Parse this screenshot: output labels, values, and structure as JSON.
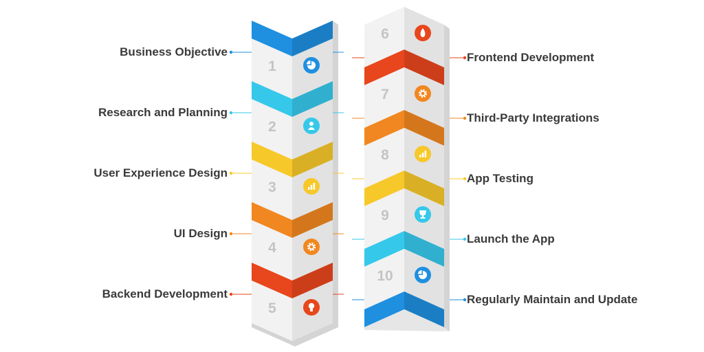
{
  "steps": [
    {
      "number": "1",
      "label": "Business Objective",
      "color": "#1f8fe0",
      "icon": "pie-chart-icon"
    },
    {
      "number": "2",
      "label": "Research and Planning",
      "color": "#36c8ea",
      "icon": "user-icon"
    },
    {
      "number": "3",
      "label": "User Experience Design",
      "color": "#f7c82a",
      "icon": "bar-chart-icon"
    },
    {
      "number": "4",
      "label": "UI Design",
      "color": "#f18720",
      "icon": "gear-icon"
    },
    {
      "number": "5",
      "label": "Backend Development",
      "color": "#e8461c",
      "icon": "lightbulb-icon"
    },
    {
      "number": "6",
      "label": "Frontend Development",
      "color": "#e8461c",
      "icon": "flame-icon"
    },
    {
      "number": "7",
      "label": "Third-Party Integrations",
      "color": "#f18720",
      "icon": "gear-icon"
    },
    {
      "number": "8",
      "label": "App Testing",
      "color": "#f7c82a",
      "icon": "bar-chart-icon"
    },
    {
      "number": "9",
      "label": "Launch the App",
      "color": "#36c8ea",
      "icon": "trophy-icon"
    },
    {
      "number": "10",
      "label": "Regularly Maintain and Update",
      "color": "#1f8fe0",
      "icon": "pie-chart-icon"
    }
  ]
}
